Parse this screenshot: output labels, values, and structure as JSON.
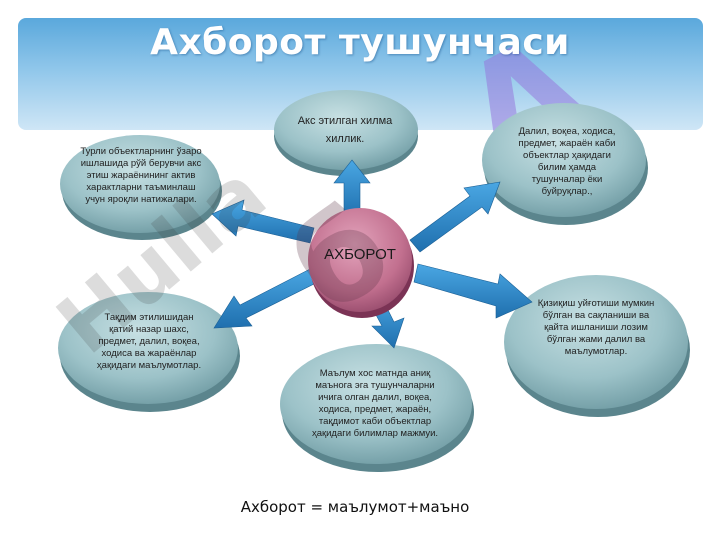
{
  "title": "Ахборот тушунчаси",
  "center": "АХБОРОТ",
  "nodes": {
    "top": "Акс этилган хилма хиллик.",
    "top_left": "Турли объектларнинг ўзаро ишлашида рўй берувчи акс этиш жараёнининг актив характларни таъминлаш учун яроқли натижалари.",
    "top_right": "Далил, воқеа, ходиса, предмет, жараён каби объектлар ҳақидаги билим ҳамда тушунчалар ёки буйруқлар.,",
    "bottom_left": "Тақдим этилишидан қатий назар шахс, предмет, далил, воқеа, ходиса ва жараёнлар ҳақидаги маълумотлар.",
    "bottom_right": "Қизиқиш уйғотиши мумкин бўлган ва сақланиши ва қайта ишланиши лозим бўлган жами далил ва маълумотлар.",
    "bottom": "Маълум хос матнда аниқ маънога эга тушунчаларни ичига олган далил, воқеа, ходиса, предмет, жараён, тақдимот каби объектлар ҳақидаги билимлар мажмуи."
  },
  "formula": "Ахборот = маълумот+маъно",
  "colors": {
    "banner": "#6fb3e2",
    "ellipse_fill": "#9cc2c8",
    "center_fill": "#c2708f",
    "arrow": "#2f8fd0"
  }
}
